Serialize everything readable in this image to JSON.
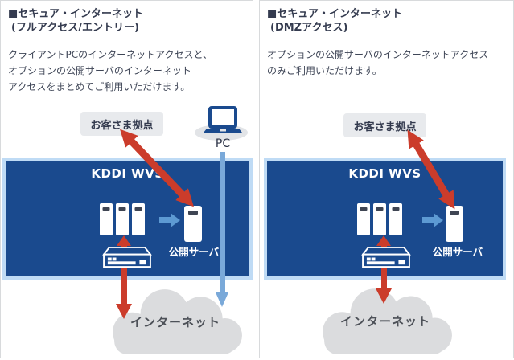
{
  "colors": {
    "wvs_box_fill": "#1a4a8e",
    "wvs_box_border": "#bfdbf5",
    "red_arrow": "#cb3c2b",
    "blue_arrow": "#5d9ad3",
    "pc_line": "#7aa9d9",
    "cloud_fill": "#dbdcde",
    "site_label_bg": "#e8eaed",
    "text_dark": "#343b4f",
    "panel_border": "#d8dadc"
  },
  "icons": {
    "server_towers": "server-tower-icon",
    "public_server": "server-tower-icon",
    "router": "router-device-icon",
    "laptop": "laptop-icon",
    "cloud": "cloud-shape"
  },
  "panels": [
    {
      "title_line1": "■セキュア・インターネット",
      "title_line2": "(フルアクセス/エントリー)",
      "description": [
        "クライアントPCのインターネットアクセスと、",
        "オプションの公開サーバのインターネット",
        "アクセスをまとめてご利用いただけます。"
      ],
      "customer_site_label": "お客さま拠点",
      "pc_label": "PC",
      "network_label": "KDDI WVS",
      "public_server_label": "公開サーバ",
      "internet_label": "インターネット"
    },
    {
      "title_line1": "■セキュア・インターネット",
      "title_line2": "(DMZアクセス)",
      "description": [
        "オプションの公開サーバのインターネットアクセス",
        "のみご利用いただけます。"
      ],
      "customer_site_label": "お客さま拠点",
      "network_label": "KDDI WVS",
      "public_server_label": "公開サーバ",
      "internet_label": "インターネット"
    }
  ]
}
